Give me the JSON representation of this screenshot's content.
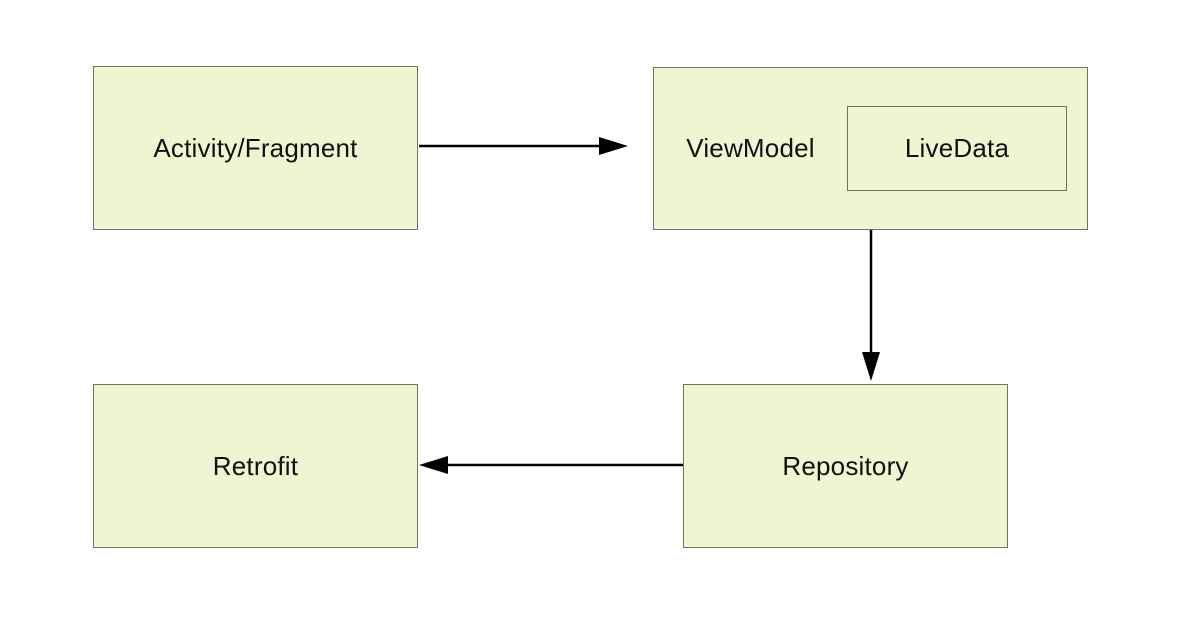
{
  "diagram": {
    "nodes": {
      "activity_fragment": {
        "label": "Activity/Fragment"
      },
      "viewmodel": {
        "label": "ViewModel"
      },
      "livedata": {
        "label": "LiveData"
      },
      "repository": {
        "label": "Repository"
      },
      "retrofit": {
        "label": "Retrofit"
      }
    },
    "edges": [
      {
        "from": "Activity/Fragment",
        "to": "ViewModel",
        "direction": "right"
      },
      {
        "from": "ViewModel",
        "to": "Repository",
        "direction": "down"
      },
      {
        "from": "Repository",
        "to": "Retrofit",
        "direction": "left"
      }
    ],
    "colors": {
      "background": "#ffffff",
      "node_fill": "#f1f4d0",
      "node_border": "#72725f",
      "arrow": "#000000",
      "text": "#111111"
    }
  }
}
